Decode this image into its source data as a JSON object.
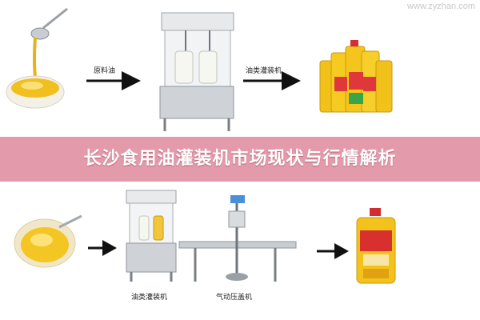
{
  "watermark": "www.zyzhan.com",
  "banner": {
    "title": "长沙食用油灌装机市场现状与行情解析",
    "color": "#e39aab"
  },
  "top_row": {
    "arrow1_label": "原料油",
    "arrow2_label": "油类灌装机"
  },
  "bottom_row": {
    "machine1_label": "油类灌装机",
    "machine2_label": "气动压盖机"
  },
  "icons": [
    "oil-bowl-spoon-image",
    "filling-machine-image",
    "oil-bottles-image",
    "arrow-right-icon",
    "capping-machine-image",
    "oil-jug-image"
  ]
}
